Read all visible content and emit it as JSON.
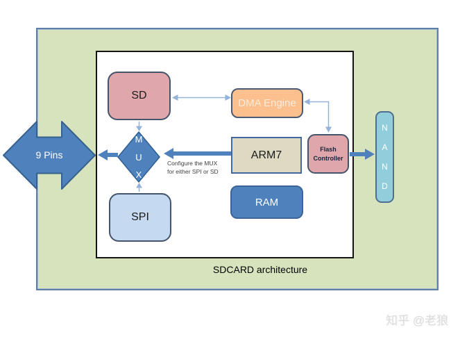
{
  "diagram": {
    "caption": "SDCARD architecture",
    "watermark": "知乎 @老狼",
    "pins_arrow": {
      "label": "9 Pins"
    },
    "blocks": {
      "sd": {
        "label": "SD"
      },
      "dma": {
        "label": "DMA Engine"
      },
      "arm7": {
        "label": "ARM7"
      },
      "flash": {
        "label": "Flash Controller"
      },
      "ram": {
        "label": "RAM"
      },
      "spi": {
        "label": "SPI"
      },
      "mux": {
        "letters": [
          "M",
          "U",
          "X"
        ]
      },
      "nand": {
        "letters": [
          "N",
          "A",
          "N",
          "D"
        ]
      }
    },
    "annotation": {
      "line1": "Configure the MUX",
      "line2": "for either SPI or SD"
    },
    "colors": {
      "board_fill": "#d7e3bd",
      "board_border": "#5d7ea6",
      "accent_blue": "#4f81bd",
      "thin_arrow": "#95b3d7",
      "pink_block": "#dfa7ac",
      "orange_block": "#fbc08d",
      "tan_block": "#ddd9c3",
      "light_blue_block": "#c5d9f1",
      "cyan_block": "#92cddc"
    }
  }
}
